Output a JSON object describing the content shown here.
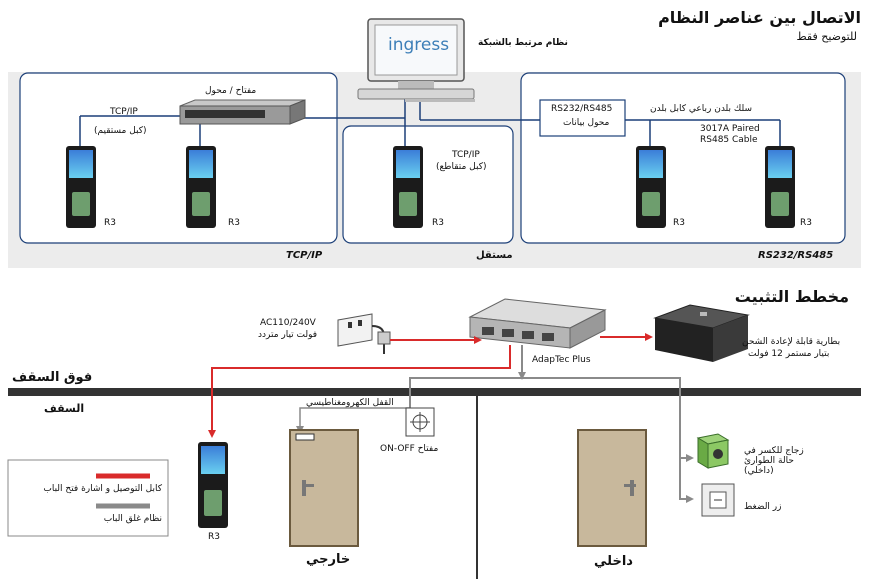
{
  "network": {
    "title": "الاتصال بين عناصر النظام",
    "subtitle": "للتوضيح فقط",
    "pc_label": "نظام مرتبط بالشبكة",
    "pc_logo": "ingress",
    "switch_label": "مفتاح / محول",
    "tcp_label": "TCP/IP",
    "straight_cable": "(كبل مستقيم)",
    "standalone_tcp": "TCP/IP",
    "cross_cable": "(كبل متقاطع)",
    "converter_line1": "RS232/RS485",
    "converter_line2": "محول بيانات",
    "twisted_cable": "سلك بلدن رباعي كابل بلدن",
    "cable_spec_line1": "3017A Paired",
    "cable_spec_line2": "RS485 Cable",
    "device_label": "R3",
    "section_tcp": "TCP/IP",
    "section_standalone": "مستقل",
    "section_rs": "RS232/RS485"
  },
  "install": {
    "title": "مخطط التثبيت",
    "ac_line1": "AC110/240V",
    "ac_line2": "فولت تيار متردد",
    "adaptec_label": "AdapTec Plus",
    "battery_line1": "بطارية قابلة لإعادة الشحن",
    "battery_line2": "بتيار مستمر 12 فولت",
    "above_ceiling": "فوق السقف",
    "ceiling": "السقف",
    "em_lock": "القفل الكهرومغناطيسي",
    "onoff_label": "ON-OFF مفتاح",
    "breakglass_line1": "زجاج للكسر في",
    "breakglass_line2": "حالة الطوارئ",
    "breakglass_line3": "(داخلي)",
    "push_button": "زر الضغط",
    "device_label": "R3",
    "outside": "خارجي",
    "inside": "داخلي",
    "legend_red": "كابل التوصيل و اشارة فتح الباب",
    "legend_gray": "نظام غلق الباب",
    "colors": {
      "red": "#d92b2b",
      "gray": "#8a8a8a",
      "dark": "#333333",
      "blue": "#1c3f78"
    }
  }
}
